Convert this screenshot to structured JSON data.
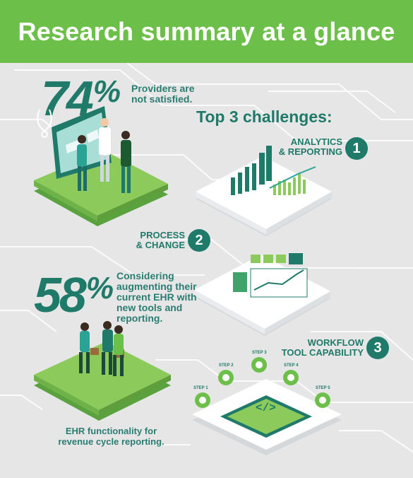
{
  "header": {
    "title": "Research summary at a glance"
  },
  "stats": [
    {
      "value": "74",
      "unit": "%",
      "text_lines": [
        "Providers are",
        "not satisfied."
      ]
    },
    {
      "value": "58",
      "unit": "%",
      "text_lines": [
        "Considering",
        "augmenting their",
        "current EHR with",
        "new tools and",
        "reporting."
      ]
    }
  ],
  "challenges": {
    "title": "Top 3 challenges:",
    "items": [
      {
        "number": "1",
        "lines": [
          "ANALYTICS",
          "& REPORTING"
        ]
      },
      {
        "number": "2",
        "lines": [
          "PROCESS",
          "& CHANGE"
        ]
      },
      {
        "number": "3",
        "lines": [
          "WORKFLOW",
          "TOOL CAPABILITY"
        ]
      }
    ]
  },
  "steps": [
    "STEP 1",
    "STEP 2",
    "STEP 3",
    "STEP 4",
    "STEP 5"
  ],
  "caption_lines": [
    "EHR functionality for",
    "revenue cycle reporting."
  ],
  "colors": {
    "header_green": "#6cc04a",
    "teal": "#1f7a6a",
    "platform_green": "#7cc05a",
    "background": "#e6e6e6"
  }
}
